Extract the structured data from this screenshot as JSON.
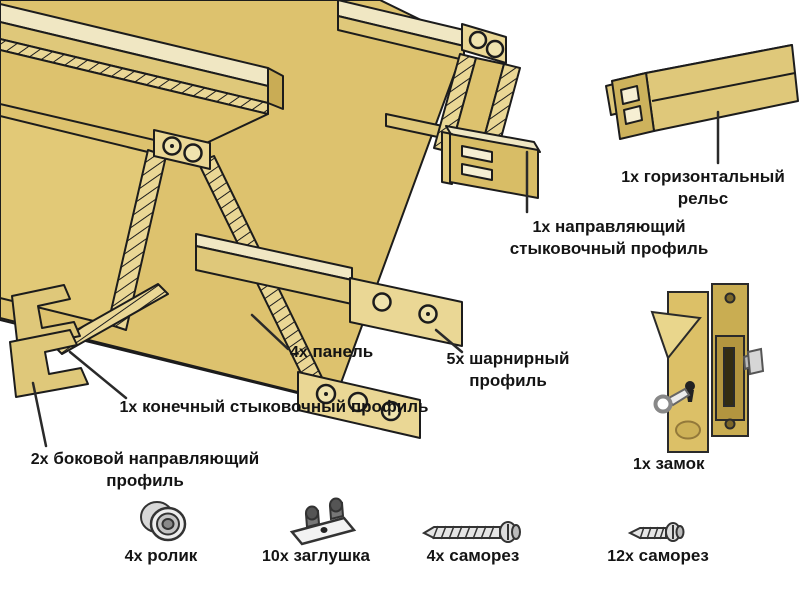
{
  "diagram": {
    "type": "assembly-parts-diagram",
    "subject": "складная дверь (гармошка) — комплект деталей"
  },
  "parts": [
    {
      "id": "horizontal-rail",
      "qty": "1x",
      "name": "горизонтальный рельс"
    },
    {
      "id": "guide-joint-profile",
      "qty": "1x",
      "name": "направляющий стыковочный профиль"
    },
    {
      "id": "panel",
      "qty": "4x",
      "name": "панель"
    },
    {
      "id": "hinge-profile",
      "qty": "5x",
      "name": "шарнирный профиль"
    },
    {
      "id": "end-joint-profile",
      "qty": "1x",
      "name": "конечный стыковочный профиль"
    },
    {
      "id": "side-guide-profile",
      "qty": "2x",
      "name": "боковой направляющий профиль"
    },
    {
      "id": "lock",
      "qty": "1x",
      "name": "замок"
    },
    {
      "id": "roller",
      "qty": "4x",
      "name": "ролик"
    },
    {
      "id": "cap",
      "qty": "10x",
      "name": "заглушка"
    },
    {
      "id": "screw-long",
      "qty": "4x",
      "name": "саморез"
    },
    {
      "id": "screw-short",
      "qty": "12x",
      "name": "саморез"
    }
  ],
  "icons": [
    "folding-panels-drawing",
    "horizontal-rail-drawing",
    "lock-drawing",
    "roller-icon",
    "cap-icon",
    "screw-long-icon",
    "screw-short-icon"
  ],
  "colors": {
    "background": "#ffffff",
    "panel_face": "#ddc26e",
    "panel_top_light": "#f0e7c3",
    "hinge_strip": "#ead795",
    "outline": "#1c1c1c",
    "brass_plate": "#dcc067",
    "metal_grey": "#e5e5e5",
    "label_text": "#141414"
  }
}
